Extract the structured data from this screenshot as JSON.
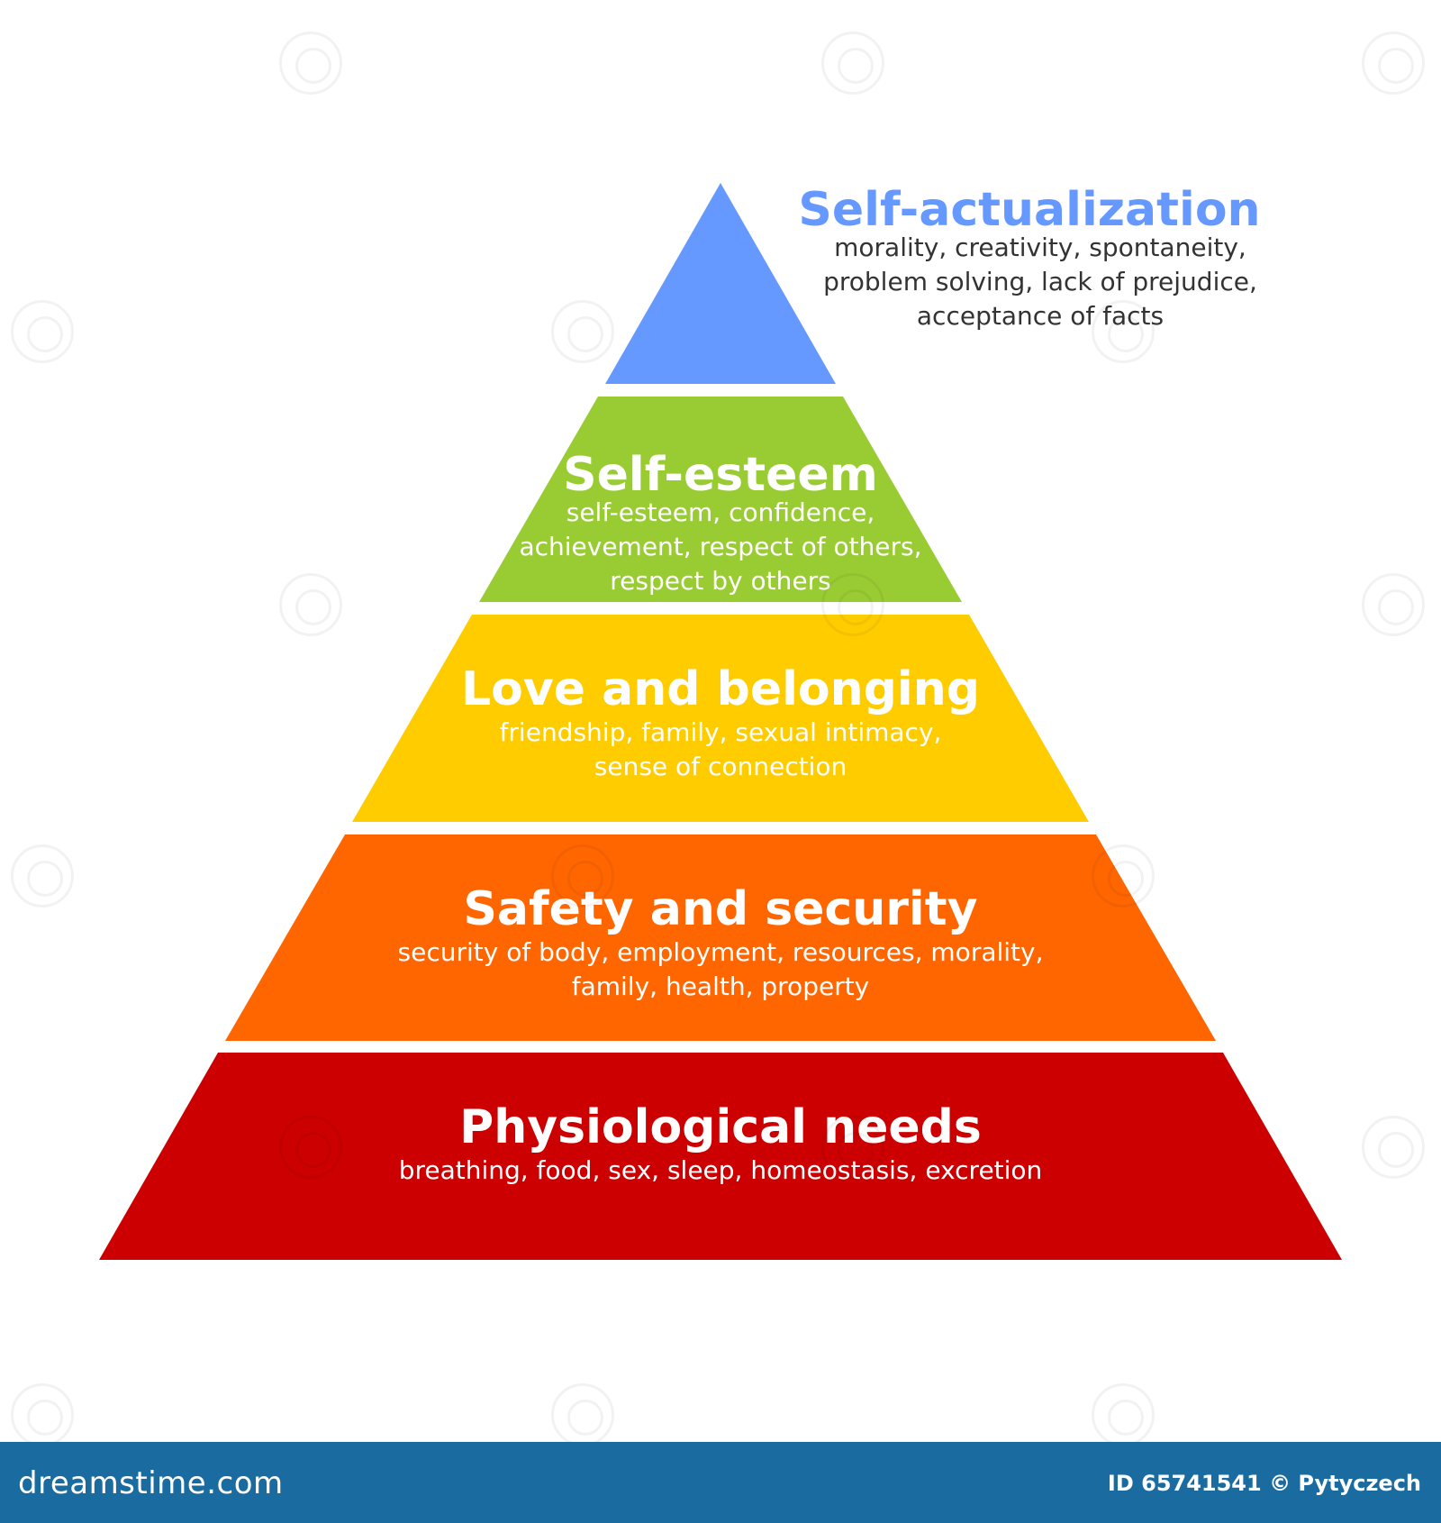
{
  "levels": [
    {
      "title": "Self-actualization",
      "description": [
        "morality, creativity, spontaneity,",
        "problem solving, lack of prejudice,",
        "acceptance of facts"
      ],
      "color": "#6699ff"
    },
    {
      "title": "Self-esteem",
      "description": [
        "self-esteem, confidence,",
        "achievement, respect of others,",
        "respect by others"
      ],
      "color": "#99cc33"
    },
    {
      "title": "Love and belonging",
      "description": [
        "friendship, family, sexual intimacy,",
        "sense of connection"
      ],
      "color": "#ffcc00"
    },
    {
      "title": "Safety and security",
      "description": [
        "security of body, employment, resources, morality,",
        "family, health, property"
      ],
      "color": "#ff6600"
    },
    {
      "title": "Physiological needs",
      "description": [
        "breathing, food, sex, sleep, homeostasis, excretion"
      ],
      "color": "#cc0000"
    }
  ],
  "footer": {
    "brand": "dreamstime.com",
    "credit": "ID 65741541 © Pytyczech",
    "background": "#1a6ca0"
  }
}
